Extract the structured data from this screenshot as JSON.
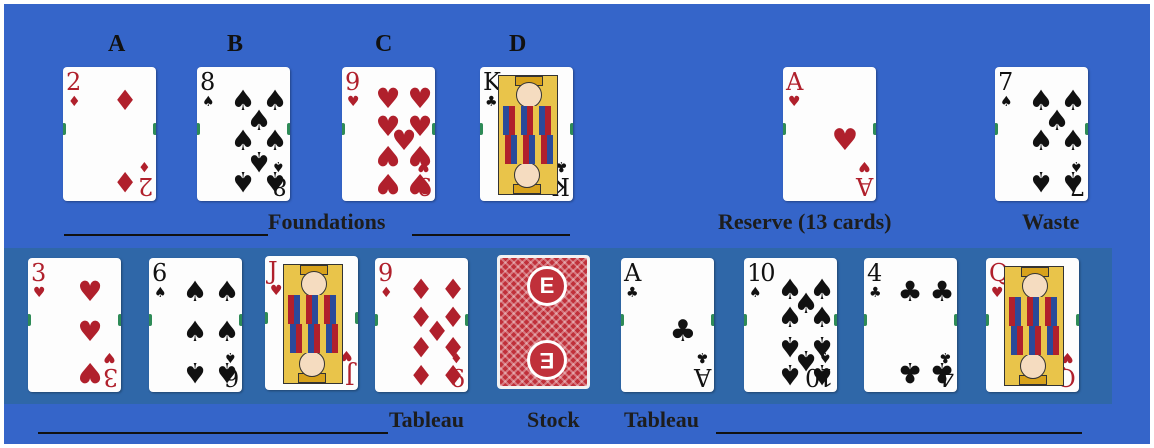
{
  "foundations": {
    "letters": [
      "A",
      "B",
      "C",
      "D"
    ],
    "label": "Foundations",
    "cards": [
      {
        "rank": "2",
        "suit": "diamonds",
        "glyph": "♦",
        "color": "red"
      },
      {
        "rank": "8",
        "suit": "spades",
        "glyph": "♠",
        "color": "black"
      },
      {
        "rank": "9",
        "suit": "hearts",
        "glyph": "♥",
        "color": "red"
      },
      {
        "rank": "K",
        "suit": "clubs",
        "glyph": "♣",
        "color": "black"
      }
    ]
  },
  "reserve": {
    "label": "Reserve (13 cards)",
    "card": {
      "rank": "A",
      "suit": "hearts",
      "glyph": "♥",
      "color": "red"
    }
  },
  "waste": {
    "label": "Waste",
    "card": {
      "rank": "7",
      "suit": "spades",
      "glyph": "♠",
      "color": "black"
    }
  },
  "tableau_left": {
    "label": "Tableau",
    "cards": [
      {
        "rank": "3",
        "suit": "hearts",
        "glyph": "♥",
        "color": "red"
      },
      {
        "rank": "6",
        "suit": "spades",
        "glyph": "♠",
        "color": "black"
      },
      {
        "rank": "J",
        "suit": "hearts",
        "glyph": "♥",
        "color": "red"
      },
      {
        "rank": "9",
        "suit": "diamonds",
        "glyph": "♦",
        "color": "red"
      }
    ]
  },
  "stock": {
    "label": "Stock",
    "back_logo": "E"
  },
  "tableau_right": {
    "label": "Tableau",
    "cards": [
      {
        "rank": "A",
        "suit": "clubs",
        "glyph": "♣",
        "color": "black"
      },
      {
        "rank": "10",
        "suit": "spades",
        "glyph": "♠",
        "color": "black"
      },
      {
        "rank": "4",
        "suit": "clubs",
        "glyph": "♣",
        "color": "black"
      },
      {
        "rank": "Q",
        "suit": "hearts",
        "glyph": "♥",
        "color": "red"
      }
    ]
  },
  "colors": {
    "felt": "#3565c9",
    "tableau_band": "#2f67a8",
    "red_suit": "#b0202c",
    "black_suit": "#111111",
    "card_back": "#c0303a"
  }
}
